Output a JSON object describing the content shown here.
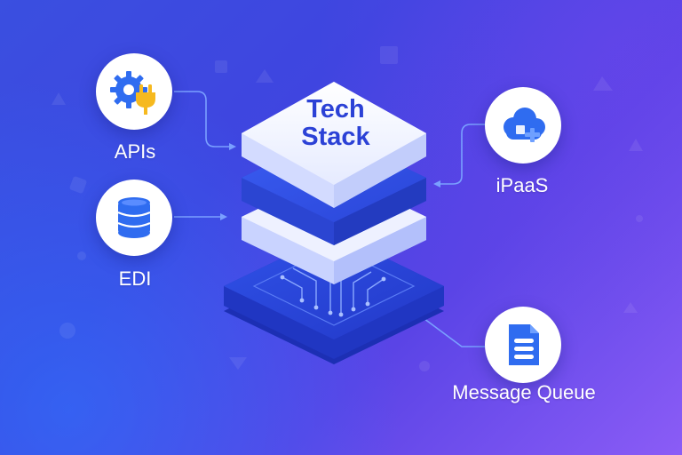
{
  "center": {
    "line1": "Tech",
    "line2": "Stack"
  },
  "nodes": {
    "apis": {
      "label": "APIs",
      "icon": "gear-plug-icon"
    },
    "edi": {
      "label": "EDI",
      "icon": "database-icon"
    },
    "ipaas": {
      "label": "iPaaS",
      "icon": "cloud-puzzle-icon"
    },
    "message_queue": {
      "label": "Message Queue",
      "icon": "document-list-icon"
    }
  },
  "colors": {
    "accent_blue": "#2f6cf0",
    "title_blue": "#2b41d6",
    "plug_yellow": "#f6b91f",
    "connector": "#7aa0ff"
  }
}
